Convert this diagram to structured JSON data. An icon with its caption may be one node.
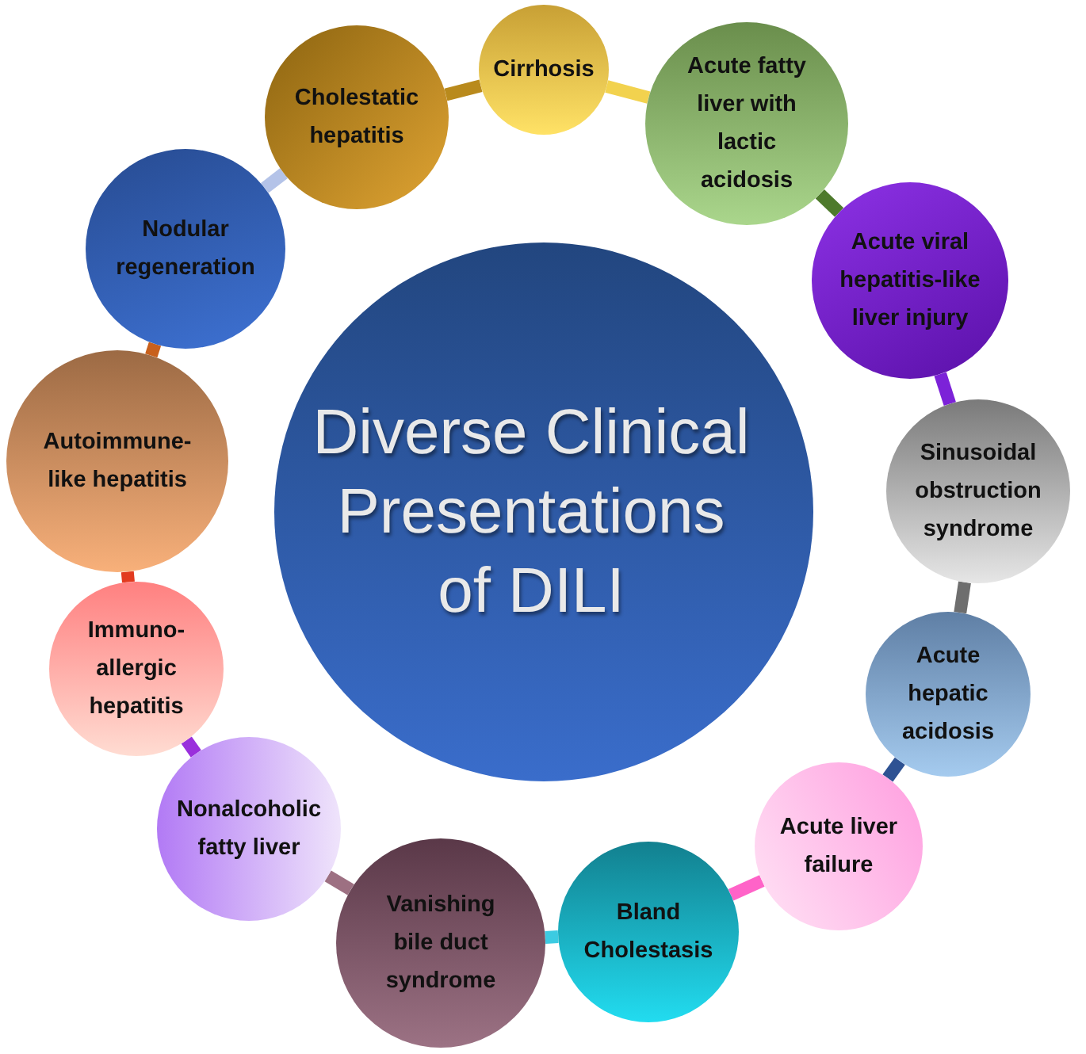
{
  "diagram": {
    "nodes": [
      {
        "text": [
          "Diverse Clinical Presentations of DILI"
        ]
      },
      {
        "text": [
          "Cirrhosis"
        ]
      },
      {
        "text": [
          "Acute fatty liver with lactic acidosis"
        ]
      },
      {
        "text": [
          "Acute viral hepatitis-like liver injury"
        ]
      },
      {
        "text": [
          "Sinusoidal obstruction syndrome"
        ]
      },
      {
        "text": [
          "Acute hepatic acidosis"
        ]
      },
      {
        "text": [
          "Acute liver failure"
        ]
      },
      {
        "text": [
          "Bland Cholestasis"
        ]
      },
      {
        "text": [
          "Vanishing bile duct syndrome"
        ]
      },
      {
        "text": [
          "Nonalcoholic fatty liver"
        ]
      },
      {
        "text": [
          "Immuno-allergic hepatitis"
        ]
      },
      {
        "text": [
          "Autoimmune-like hepatitis"
        ]
      },
      {
        "text": [
          "Nodular regeneration"
        ]
      },
      {
        "text": [
          "Cholestatic hepatitis"
        ]
      }
    ],
    "edges": [
      {
        "from": 1,
        "to": 2,
        "arrow": "none",
        "color": "#f2d24e"
      },
      {
        "from": 2,
        "to": 3,
        "arrow": "none",
        "color": "#4e7a2c"
      },
      {
        "from": 3,
        "to": 4,
        "arrow": "none",
        "color": "#7c22d8"
      },
      {
        "from": 4,
        "to": 5,
        "arrow": "none",
        "color": "#6e6e6e"
      },
      {
        "from": 5,
        "to": 6,
        "arrow": "none",
        "color": "#2e5293"
      },
      {
        "from": 6,
        "to": 7,
        "arrow": "none",
        "color": "#ff63c8"
      },
      {
        "from": 7,
        "to": 8,
        "arrow": "none",
        "color": "#3ccbe2"
      },
      {
        "from": 8,
        "to": 9,
        "arrow": "none",
        "color": "#9d7082"
      },
      {
        "from": 9,
        "to": 10,
        "arrow": "none",
        "color": "#9a2fdc"
      },
      {
        "from": 10,
        "to": 11,
        "arrow": "none",
        "color": "#e23a1f"
      },
      {
        "from": 11,
        "to": 12,
        "arrow": "none",
        "color": "#c8601c"
      },
      {
        "from": 12,
        "to": 13,
        "arrow": "none",
        "color": "#b4c3e8"
      },
      {
        "from": 13,
        "to": 1,
        "arrow": "none",
        "color": "#b98a1c"
      }
    ]
  }
}
